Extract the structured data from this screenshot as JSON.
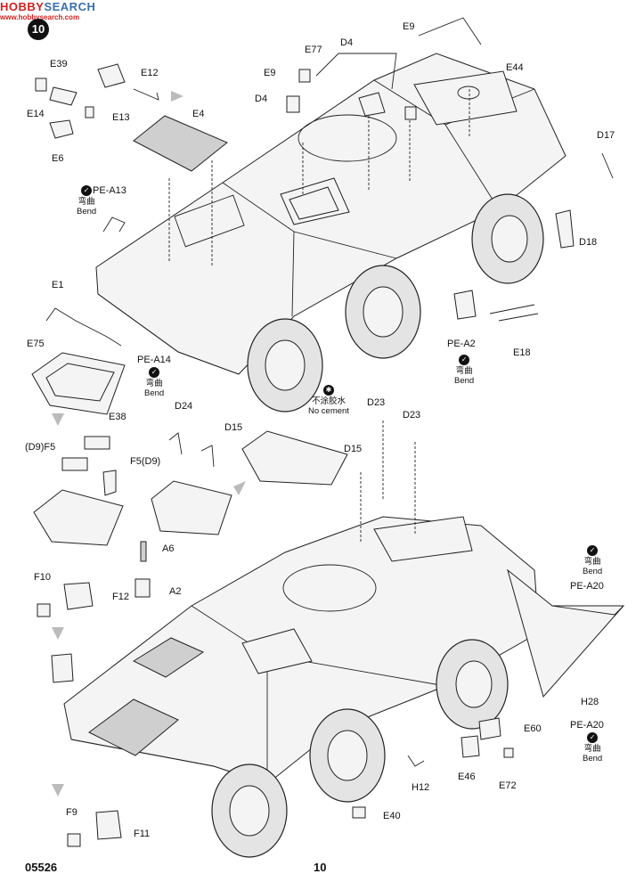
{
  "watermark": {
    "brand_a": "HOBBY",
    "brand_b": "SEARCH",
    "sub": "www.hobbysearch.com"
  },
  "step": {
    "number": "10"
  },
  "footer": {
    "kit_number": "05526",
    "page_number": "10"
  },
  "notes": {
    "bend_cn": "弯曲",
    "bend_en": "Bend",
    "no_cement_cn": "不涂胶水",
    "no_cement_en": "No cement"
  },
  "labels": {
    "E39": "E39",
    "E12": "E12",
    "E14": "E14",
    "E13": "E13",
    "E6": "E6",
    "E4": "E4",
    "E77": "E77",
    "E9a": "E9",
    "D4a": "D4",
    "D4b": "D4",
    "E9b": "E9",
    "E44": "E44",
    "D17": "D17",
    "PEA13": "PE-A13",
    "D18": "D18",
    "E1": "E1",
    "E75": "E75",
    "PEA14": "PE-A14",
    "E38": "E38",
    "PEA2": "PE-A2",
    "E18": "E18",
    "D24": "D24",
    "D15a": "D15",
    "D15b": "D15",
    "D23a": "D23",
    "D23b": "D23",
    "D9F5": "(D9)F5",
    "F5D9": "F5(D9)",
    "A6": "A6",
    "A2": "A2",
    "F10": "F10",
    "F12": "F12",
    "PEA20a": "PE-A20",
    "H28": "H28",
    "PEA20b": "PE-A20",
    "E60": "E60",
    "E46": "E46",
    "E72": "E72",
    "H12": "H12",
    "E40": "E40",
    "F9": "F9",
    "F11": "F11"
  }
}
